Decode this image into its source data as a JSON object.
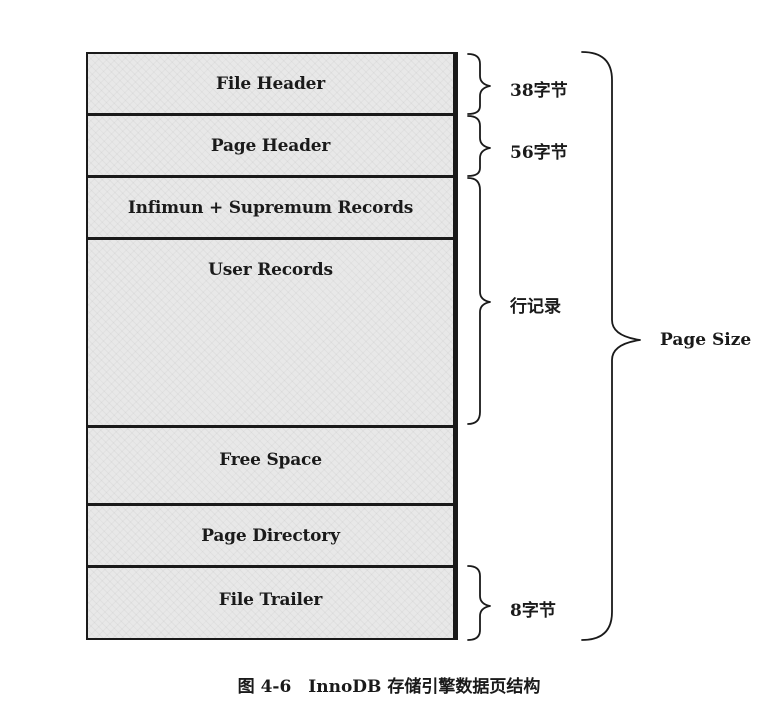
{
  "sections": [
    {
      "label": "File Header"
    },
    {
      "label": "Page Header"
    },
    {
      "label": "Infimun + Supremum Records"
    },
    {
      "label": "User Records"
    },
    {
      "label": "Free Space"
    },
    {
      "label": "Page Directory"
    },
    {
      "label": "File Trailer"
    }
  ],
  "annotations": {
    "file_header_size": "38字节",
    "page_header_size": "56字节",
    "row_records": "行记录",
    "file_trailer_size": "8字节",
    "page_size": "Page Size"
  },
  "caption": "图 4-6　InnoDB 存储引擎数据页结构"
}
